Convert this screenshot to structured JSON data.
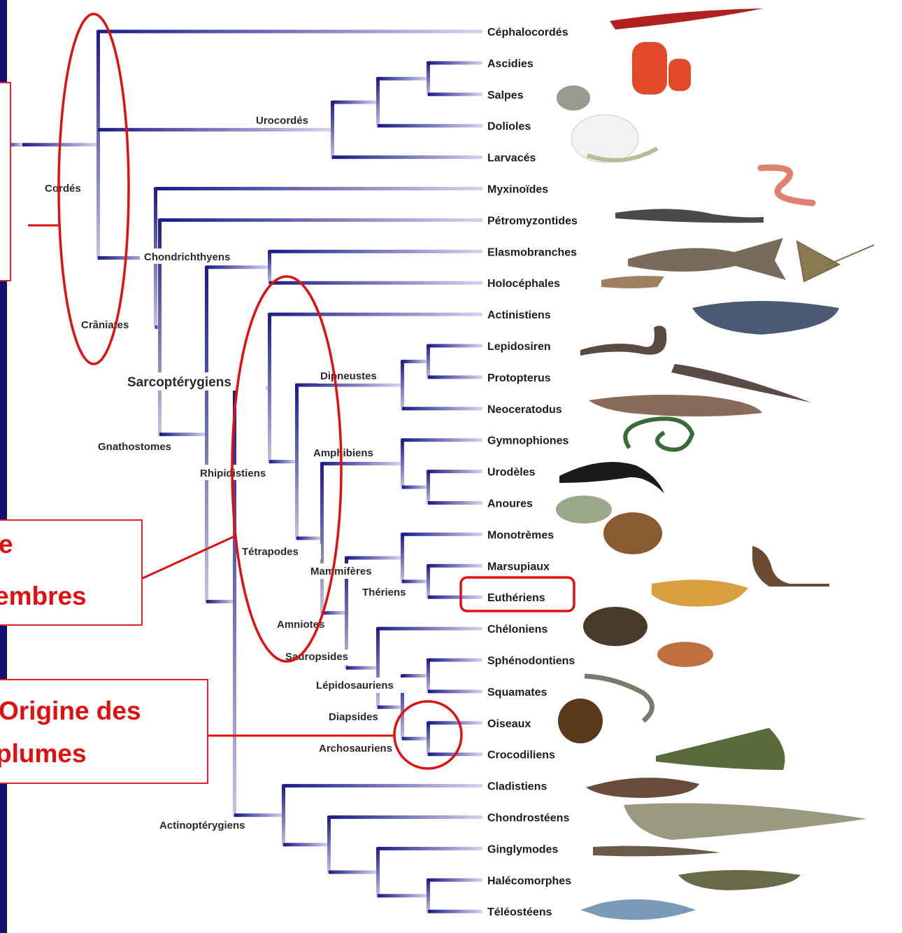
{
  "taxa": [
    "Céphalocordés",
    "Ascidies",
    "Salpes",
    "Dolioles",
    "Larvacés",
    "Myxinoïdes",
    "Pétromyzontides",
    "Elasmobranches",
    "Holocéphales",
    "Actinistiens",
    "Lepidosiren",
    "Protopterus",
    "Neoceratodus",
    "Gymnophiones",
    "Urodèles",
    "Anoures",
    "Monotrèmes",
    "Marsupiaux",
    "Euthériens",
    "Chéloniens",
    "Sphénodontiens",
    "Squamates",
    "Oiseaux",
    "Crocodiliens",
    "Cladistiens",
    "Chondrostéens",
    "Ginglymodes",
    "Halécomorphes",
    "Téléostéens"
  ],
  "clades": {
    "cordes": "Cordés",
    "urocordes": "Urocordés",
    "craniates": "Crâniates",
    "chondrichthyens": "Chondrichthyens",
    "sarcopterygiens": "Sarcoptérygiens",
    "gnathostomes": "Gnathostomes",
    "rhipidistiens": "Rhipidistiens",
    "dipneustes": "Dipneustes",
    "amphibiens": "Amphibiens",
    "tetrapodes": "Tétrapodes",
    "mammiferes": "Mammifères",
    "theriens": "Thériens",
    "amniotes": "Amniotes",
    "sauropsides": "Sauropsides",
    "lepidosauriens": "Lépidosauriens",
    "diapsides": "Diapsides",
    "archosauriens": "Archosauriens",
    "actinopterygiens": "Actinoptérygiens"
  },
  "callouts": {
    "membres": [
      "e",
      "embres"
    ],
    "plumes": [
      "Origine des",
      "plumes"
    ]
  },
  "colors": {
    "branch_dark": "#1a1a8a",
    "branch_light": "#d4d4ee",
    "highlight": "#e01010",
    "frame": "#101070"
  }
}
